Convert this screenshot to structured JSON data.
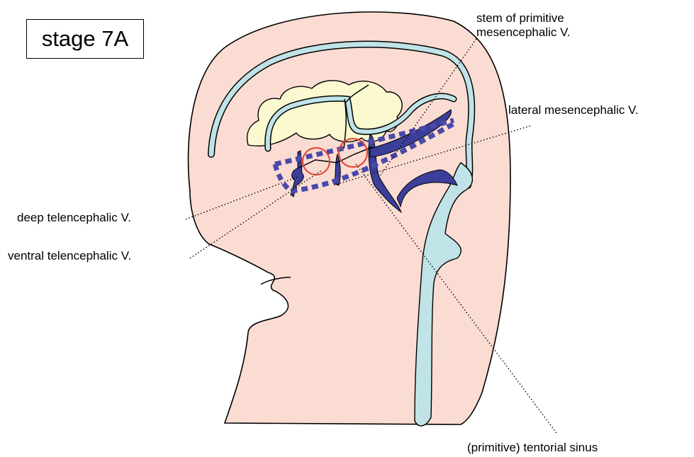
{
  "stage": {
    "label": "stage 7A"
  },
  "labels": {
    "stem_line1": "stem of primitive",
    "stem_line2": "mesencephalic V.",
    "lateral": "lateral mesencephalic V.",
    "deep": "deep telencephalic V.",
    "ventral": "ventral telencephalic V.",
    "tentorial": "(primitive) tentorial sinus"
  },
  "colors": {
    "head_fill": "#fbdcd3",
    "brain_fill": "#fbf9cf",
    "sinus_fill": "#bfe3e6",
    "vein_fill": "#3b3f99",
    "dotted_plexus": "#4a4aa8",
    "circle": "#e8402a"
  }
}
